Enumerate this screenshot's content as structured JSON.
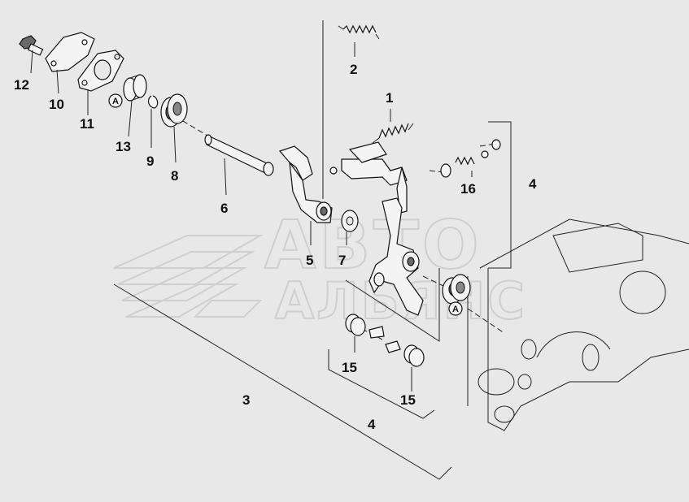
{
  "watermark": {
    "line1": "АВТО",
    "line2": "АЛЬЯНС"
  },
  "markers": {
    "a_label": "A"
  },
  "callouts": {
    "p1": "1",
    "p2": "2",
    "p3": "3",
    "p4a": "4",
    "p4b": "4",
    "p5": "5",
    "p6": "6",
    "p7": "7",
    "p8": "8",
    "p9": "9",
    "p10": "10",
    "p11": "11",
    "p12": "12",
    "p13": "13",
    "p15a": "15",
    "p15b": "15",
    "p16": "16"
  },
  "colors": {
    "background": "#e8e8e8",
    "ink": "#111111",
    "watermark": "#cfcfcf"
  }
}
